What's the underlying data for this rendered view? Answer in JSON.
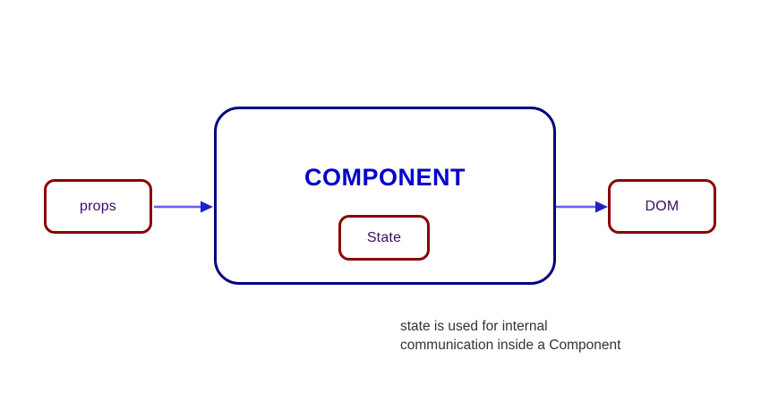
{
  "diagram": {
    "background_color": "#ffffff",
    "nodes": {
      "props": {
        "label": "props",
        "border_color": "#8B0000",
        "text_color": "#3B0B60"
      },
      "component": {
        "label": "COMPONENT",
        "border_color": "#000080",
        "text_color": "#0000CC"
      },
      "state": {
        "label": "State",
        "border_color": "#8B0000",
        "text_color": "#3B0B60"
      },
      "dom": {
        "label": "DOM",
        "border_color": "#8B0000",
        "text_color": "#3B0B60"
      }
    },
    "edges": [
      {
        "name": "props-to-component",
        "from": "props",
        "to": "component",
        "label": "",
        "color": "#3333CC"
      },
      {
        "name": "component-to-dom",
        "from": "component",
        "to": "dom",
        "label": "",
        "color": "#3333CC"
      }
    ],
    "caption": {
      "text": "state is used for internal\ncommunication inside a Component",
      "line1": "state is used for internal",
      "line2": "communication inside a Component",
      "color": "#333333"
    }
  }
}
